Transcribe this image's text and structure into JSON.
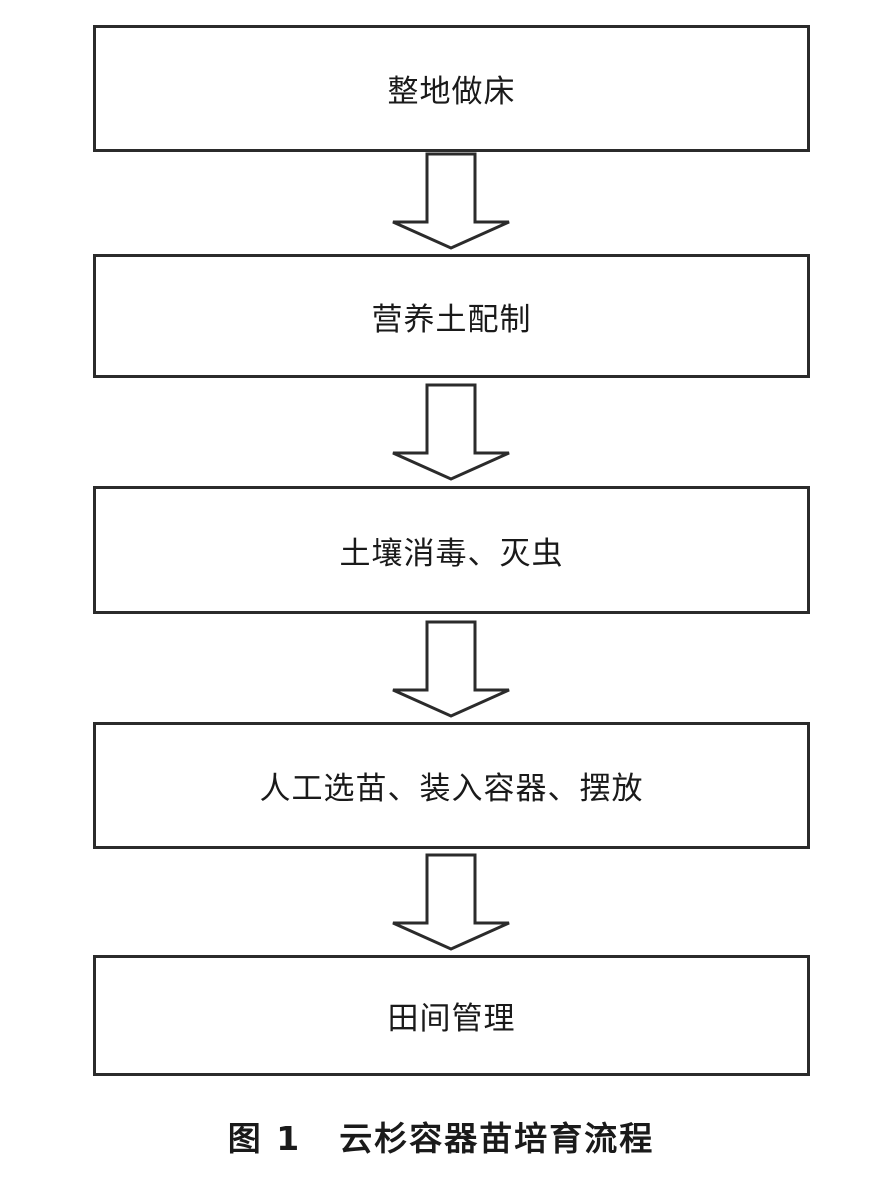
{
  "diagram": {
    "steps": [
      {
        "label": "整地做床"
      },
      {
        "label": "营养土配制"
      },
      {
        "label": "土壤消毒、灭虫"
      },
      {
        "label": "人工选苗、装入容器、摆放"
      },
      {
        "label": "田间管理"
      }
    ],
    "caption": {
      "figure_number": "图 1",
      "title": "云杉容器苗培育流程"
    },
    "colors": {
      "line": "#2b2b2b",
      "background": "#ffffff"
    }
  }
}
